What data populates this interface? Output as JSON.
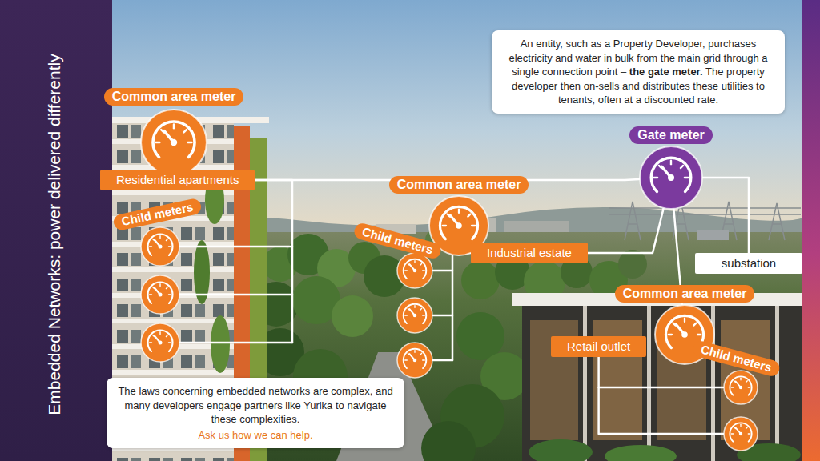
{
  "diagram": {
    "title": "Embedded Networks: power delivered differently",
    "nodes": [
      {
        "text": [
          "Common area meter"
        ]
      },
      {
        "text": [
          "Residential apartments"
        ]
      },
      {
        "text": [
          "Child meters"
        ]
      },
      {
        "text": [
          "An entity, such as a Property Developer, purchases electricity and water in bulk from the main grid through a single connection point –",
          "the gate meter.",
          "The property developer then on-sells and distributes these utilities to tenants, often at a discounted rate."
        ]
      },
      {
        "text": [
          "Gate meter"
        ]
      },
      {
        "text": [
          "Common area meter"
        ]
      },
      {
        "text": [
          "Child meters"
        ]
      },
      {
        "text": [
          "Industrial estate"
        ]
      },
      {
        "text": [
          "substation"
        ]
      },
      {
        "text": [
          "Common area meter"
        ]
      },
      {
        "text": [
          "Retail outlet"
        ]
      },
      {
        "text": [
          "Child meters"
        ]
      },
      {
        "text": [
          "The laws concerning embedded networks are complex, and many developers engage partners like Yurika to navigate these complexities.",
          "Ask us how we can help."
        ]
      }
    ],
    "edges": [
      {
        "from": 1,
        "to": 4,
        "arrow": "none"
      },
      {
        "from": 7,
        "to": 4,
        "arrow": "none"
      },
      {
        "from": 4,
        "to": 8,
        "arrow": "none"
      },
      {
        "from": 4,
        "to": 9,
        "arrow": "none"
      },
      {
        "from": 1,
        "to": 2,
        "arrow": "none"
      },
      {
        "from": 7,
        "to": 6,
        "arrow": "none"
      },
      {
        "from": 10,
        "to": 11,
        "arrow": "none"
      }
    ]
  }
}
